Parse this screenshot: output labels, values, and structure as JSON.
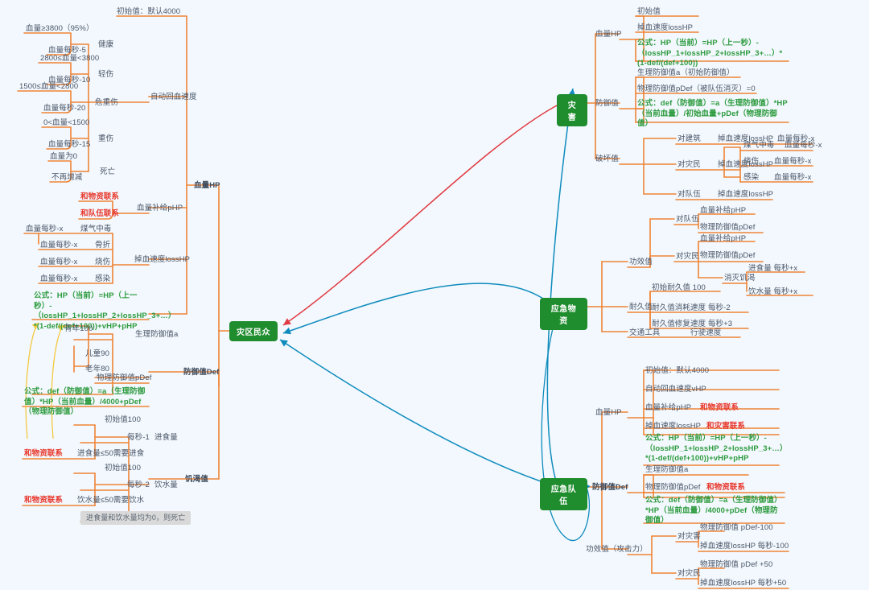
{
  "meta": {
    "background": "#f2f8fd",
    "branch_color": "#f08437",
    "root_color": "#1f8c2e",
    "formula_color": "#2e9b3f",
    "link_color": "#e8352a",
    "arrow_red": "#e03b42",
    "arrow_blue": "#0e8bbd",
    "text_color": "#4a5568"
  },
  "roots": {
    "center": "灾区民众",
    "disaster": "灾害",
    "supplies": "应急物资",
    "team": "应急队伍"
  },
  "center_branch": {
    "hp": {
      "label": "血量HP",
      "initial": "初始值：默认4000",
      "auto_regen": "自动回血速度",
      "states": [
        {
          "condition": "血量≥3800（95%）",
          "rate": "血量每秒-5",
          "state": "健康"
        },
        {
          "condition": "2800≤血量<3800",
          "rate": "血量每秒-10",
          "state": "轻伤"
        },
        {
          "condition": "1500≤血量<2800",
          "rate": "血量每秒-20",
          "state": "危重伤"
        },
        {
          "condition": "0<血量<1500",
          "rate": "血量每秒-15",
          "state": "重伤"
        },
        {
          "condition": "血量为0",
          "rate": "不再增减",
          "state": "死亡"
        }
      ],
      "php": {
        "label": "血量补给pHP",
        "links": [
          "和物资联系",
          "和队伍联系"
        ]
      },
      "losshp": {
        "label": "掉血速度lossHP",
        "items": [
          {
            "rate": "血量每秒-x",
            "cause": "煤气中毒"
          },
          {
            "rate": "血量每秒-x",
            "cause": "骨折"
          },
          {
            "rate": "血量每秒-x",
            "cause": "烧伤"
          },
          {
            "rate": "血量每秒-x",
            "cause": "感染"
          }
        ]
      },
      "formula": "公式：HP（当前）=HP（上一秒）-（lossHP_1+lossHP_2+lossHP_3+…）*(1-def/(def+100))+vHP+pHP"
    },
    "def": {
      "label": "防御值Def",
      "physio_label": "生理防御值a",
      "physio": [
        "青年100",
        "儿童90",
        "老年80"
      ],
      "pdef": "物理防御值pDef",
      "formula": "公式：def（防御值）=a（生理防御值）*HP（当前血量）/4000+pDef（物理防御值）"
    },
    "hunger": {
      "label": "饥渴值",
      "food": {
        "label": "进食量",
        "initial": "初始值100",
        "rate": "每秒-1",
        "warn": "进食量≤50需要进食",
        "link": "和物资联系"
      },
      "water": {
        "label": "饮水量",
        "initial": "初始值100",
        "rate": "每秒-2",
        "warn": "饮水量≤50需要饮水",
        "link": "和物资联系"
      },
      "death": "进食量和饮水量均为0，则死亡"
    }
  },
  "disaster_branch": {
    "hp": {
      "label": "血量HP",
      "initial": "初始值",
      "losshp": "掉血速度lossHP",
      "formula": "公式：HP（当前）=HP（上一秒）-（lossHP_1+lossHP_2+lossHP_3+…）*(1-def/(def+100))"
    },
    "def": {
      "label": "防御值",
      "physio": "生理防御值a（初始防御值）",
      "pdef": "物理防御值pDef（被队伍消灭）=0",
      "formula": "公式：def（防御值）=a（生理防御值）*HP（当前血量）/初始血量+pDef（物理防御值）"
    },
    "damage": {
      "label": "破坏值",
      "to_building": {
        "target": "对建筑",
        "effect": "掉血速度lossHP",
        "rate": "血量每秒-x"
      },
      "to_victims": {
        "target": "对灾民",
        "effect": "掉血速度lossHP",
        "types": [
          {
            "cause": "煤气中毒",
            "rate": "血量每秒-x"
          },
          {
            "cause": "烧伤",
            "rate": "血量每秒-x"
          },
          {
            "cause": "感染",
            "rate": "血量每秒-x"
          }
        ]
      },
      "to_team": {
        "target": "对队伍",
        "effect": "掉血速度lossHP"
      }
    }
  },
  "supplies_branch": {
    "effect": {
      "label": "功效值",
      "to_team": {
        "target": "对队伍",
        "items": [
          "血量补给pHP",
          "物理防御值pDef"
        ]
      },
      "to_victims": {
        "target": "对灾民",
        "items": [
          "血量补给pHP",
          "物理防御值pDef"
        ],
        "hunger": {
          "label": "消灭饥渴",
          "items": [
            "进食量 每秒+x",
            "饮水量 每秒+x"
          ]
        }
      }
    },
    "durability": {
      "label": "耐久值",
      "items": [
        "初始耐久值 100",
        "耐久值消耗速度 每秒-2",
        "耐久值修复速度 每秒+3"
      ]
    },
    "vehicle": {
      "label": "交通工具",
      "value": "行驶速度"
    }
  },
  "team_branch": {
    "hp": {
      "label": "血量HP",
      "initial": "初始值：默认4000",
      "vhp": "自动回血速度vHP",
      "php": "血量补给pHP",
      "php_link": "和物资联系",
      "losshp": "掉血速度lossHP",
      "losshp_link": "和灾害联系",
      "formula": "公式：HP（当前）=HP（上一秒）-（lossHP_1+lossHP_2+lossHP_3+…）*(1-def/(def+100))+vHP+pHP"
    },
    "def": {
      "label": "防御值Def",
      "physio": "生理防御值a",
      "pdef": "物理防御值pDef",
      "pdef_link": "和物资联系",
      "formula": "公式：def（防御值）=a（生理防御值）*HP（当前血量）/4000+pDef（物理防御值）"
    },
    "attack": {
      "label": "功效值（攻击力）",
      "to_disaster": {
        "target": "对灾害",
        "items": [
          "物理防御值 pDef-100",
          "掉血速度lossHP 每秒-100"
        ]
      },
      "to_victims": {
        "target": "对灾民",
        "items": [
          "物理防御值 pDef +50",
          "掉血速度lossHP 每秒+50"
        ]
      }
    }
  }
}
